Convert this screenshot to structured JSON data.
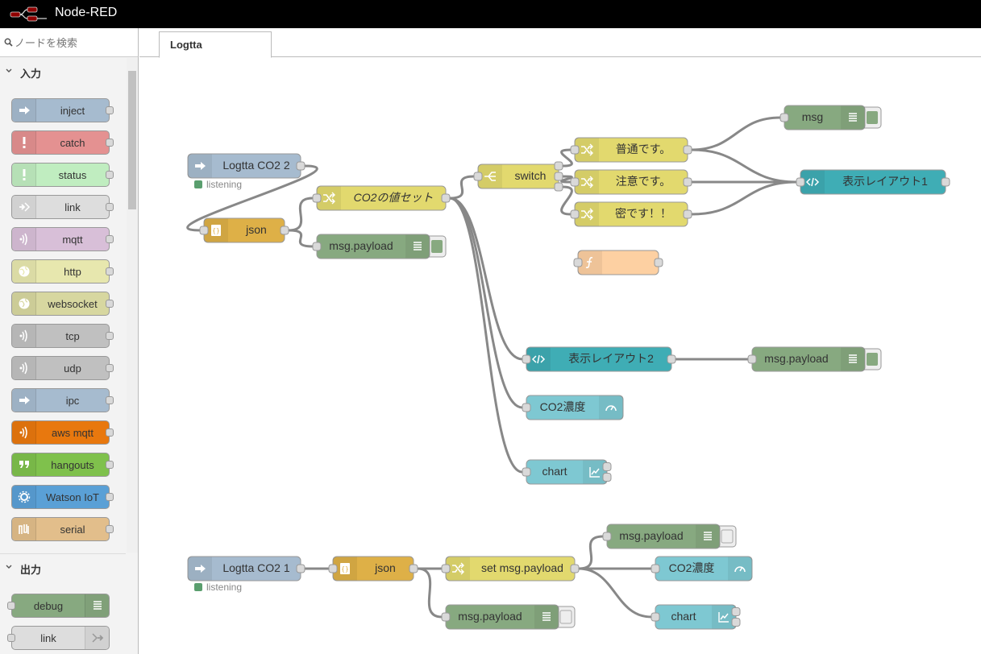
{
  "app": {
    "title": "Node-RED"
  },
  "palette": {
    "search_placeholder": "ノードを検索",
    "categories": {
      "input": {
        "label": "入力"
      },
      "output": {
        "label": "出力"
      }
    },
    "input_nodes": [
      {
        "label": "inject",
        "color": "#a6bbcf",
        "icon": "arrow-icon"
      },
      {
        "label": "catch",
        "color": "#e49191",
        "icon": "exclamation-icon"
      },
      {
        "label": "status",
        "color": "#c0edc0",
        "icon": "exclamation-icon"
      },
      {
        "label": "link",
        "color": "#dddddd",
        "icon": "link-in-icon"
      },
      {
        "label": "mqtt",
        "color": "#d8bfd8",
        "icon": "bridge-icon"
      },
      {
        "label": "http",
        "color": "#e7e7ae",
        "icon": "globe-icon"
      },
      {
        "label": "websocket",
        "color": "#d7d7a0",
        "icon": "globe-icon"
      },
      {
        "label": "tcp",
        "color": "#c0c0c0",
        "icon": "bridge-icon"
      },
      {
        "label": "udp",
        "color": "#c0c0c0",
        "icon": "bridge-icon"
      },
      {
        "label": "ipc",
        "color": "#a6bbcf",
        "icon": "arrow-icon"
      },
      {
        "label": "aws mqtt",
        "color": "#e8780e",
        "icon": "bridge-icon"
      },
      {
        "label": "hangouts",
        "color": "#7fc14c",
        "icon": "quote-icon"
      },
      {
        "label": "Watson IoT",
        "color": "#5aa0d6",
        "icon": "gear-icon"
      },
      {
        "label": "serial",
        "color": "#e2be8b",
        "icon": "serial-icon"
      }
    ],
    "output_nodes": [
      {
        "label": "debug",
        "color": "#87a980",
        "icon": "list-icon"
      },
      {
        "label": "link",
        "color": "#dddddd",
        "icon": "link-out-icon"
      }
    ]
  },
  "workspace": {
    "tab_label": "Logtta"
  },
  "colors": {
    "inject": "#a6bbcf",
    "json": "#deb047",
    "change": "#e2d96e",
    "switch": "#e2d96e",
    "debug": "#87a980",
    "template": "#3fadb5",
    "gauge": "#7ec8d2",
    "function": "#fdd0a2",
    "status_green": "#5a9e6e",
    "wire": "#888888"
  },
  "flow": {
    "nodes": [
      {
        "id": "n1",
        "label": "Logtta CO2 2",
        "type": "inject",
        "status": "listening"
      },
      {
        "id": "n2",
        "label": "json",
        "type": "json"
      },
      {
        "id": "n3",
        "label": "CO2の値セット",
        "type": "change"
      },
      {
        "id": "n4",
        "label": "msg.payload",
        "type": "debug"
      },
      {
        "id": "n5",
        "label": "switch",
        "type": "switch"
      },
      {
        "id": "n6",
        "label": "普通です。",
        "type": "change"
      },
      {
        "id": "n7",
        "label": "注意です。",
        "type": "change"
      },
      {
        "id": "n8",
        "label": "密です！！",
        "type": "change"
      },
      {
        "id": "n9",
        "label": "msg",
        "type": "debug"
      },
      {
        "id": "n10",
        "label": "表示レイアウト1",
        "type": "template"
      },
      {
        "id": "n11",
        "label": "",
        "type": "function"
      },
      {
        "id": "n12",
        "label": "表示レイアウト2",
        "type": "template"
      },
      {
        "id": "n13",
        "label": "msg.payload",
        "type": "debug"
      },
      {
        "id": "n14",
        "label": "CO2濃度",
        "type": "gauge"
      },
      {
        "id": "n15",
        "label": "chart",
        "type": "chart"
      },
      {
        "id": "n16",
        "label": "Logtta CO2 1",
        "type": "inject",
        "status": "listening"
      },
      {
        "id": "n17",
        "label": "json",
        "type": "json"
      },
      {
        "id": "n18",
        "label": "set msg.payload",
        "type": "change"
      },
      {
        "id": "n19",
        "label": "msg.payload",
        "type": "debug",
        "inactive": true
      },
      {
        "id": "n20",
        "label": "CO2濃度",
        "type": "gauge"
      },
      {
        "id": "n21",
        "label": "chart",
        "type": "chart"
      },
      {
        "id": "n22",
        "label": "msg.payload",
        "type": "debug",
        "inactive": true
      }
    ]
  }
}
